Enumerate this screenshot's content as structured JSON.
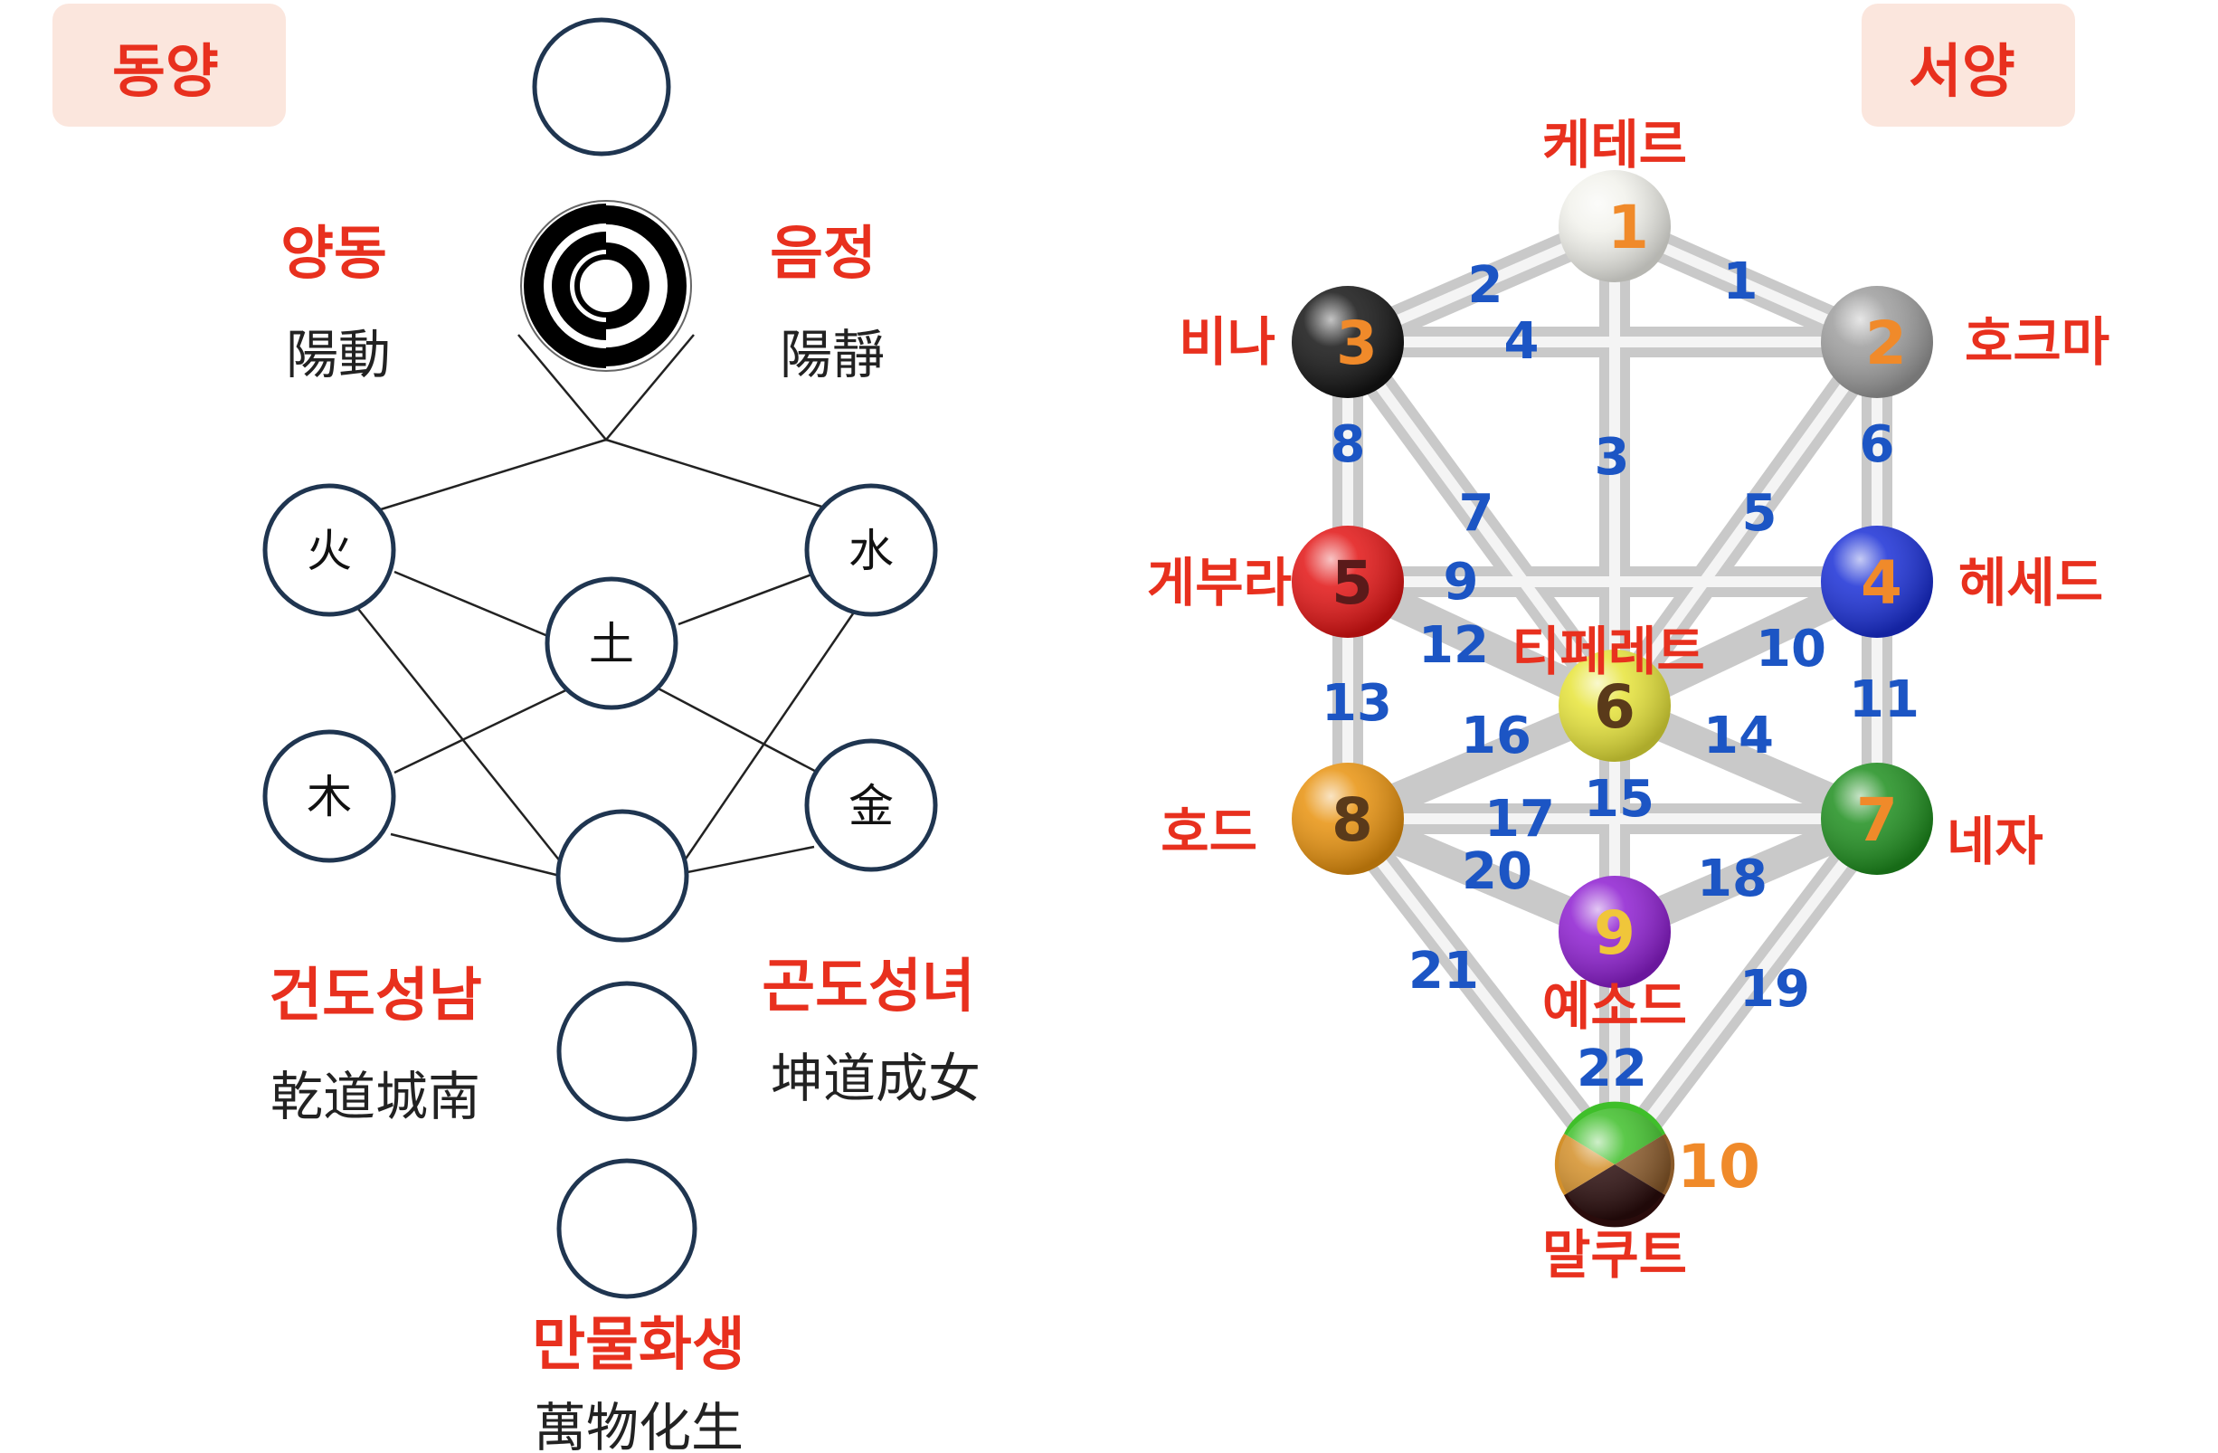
{
  "east": {
    "badge": "동양",
    "yang_label": "양동",
    "yang_hanja": "陽動",
    "yin_label": "음정",
    "yin_hanja": "陽靜",
    "elements": {
      "fire": "火",
      "water": "水",
      "earth": "土",
      "wood": "木",
      "metal": "金"
    },
    "male_label": "건도성남",
    "male_hanja": "乾道城南",
    "female_label": "곤도성녀",
    "female_hanja": "坤道成女",
    "creation_label": "만물화생",
    "creation_hanja": "萬物化生"
  },
  "west": {
    "badge": "서양",
    "sephirot": [
      {
        "num": "1",
        "name": "케테르",
        "color": "#f2f2ec"
      },
      {
        "num": "2",
        "name": "호크마",
        "color": "#9d9d9d"
      },
      {
        "num": "3",
        "name": "비나",
        "color": "#141414"
      },
      {
        "num": "4",
        "name": "헤세드",
        "color": "#1a2fd6"
      },
      {
        "num": "5",
        "name": "게부라",
        "color": "#e21414"
      },
      {
        "num": "6",
        "name": "티페레트",
        "color": "#e7e43a"
      },
      {
        "num": "7",
        "name": "네자",
        "color": "#1f8f1f"
      },
      {
        "num": "8",
        "name": "호드",
        "color": "#e8920e"
      },
      {
        "num": "9",
        "name": "예소드",
        "color": "#8e1fd1"
      },
      {
        "num": "10",
        "name": "말쿠트",
        "color": "#8a5a2a"
      }
    ],
    "paths": [
      "1",
      "2",
      "3",
      "4",
      "5",
      "6",
      "7",
      "8",
      "9",
      "10",
      "11",
      "12",
      "13",
      "14",
      "15",
      "16",
      "17",
      "18",
      "19",
      "20",
      "21",
      "22"
    ]
  },
  "colors": {
    "label_red": "#e8301e",
    "path_blue": "#1c55c4",
    "sephira_number": "#f08a2a"
  }
}
